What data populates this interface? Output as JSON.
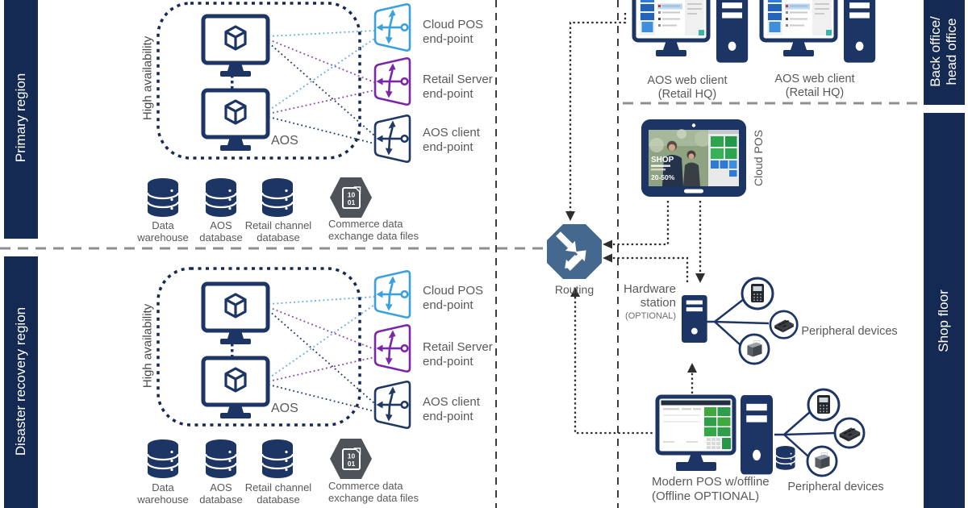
{
  "bars": {
    "primary": "Primary region",
    "disaster": "Disaster recovery region",
    "back_office_1": "Back office/",
    "back_office_2": "head office",
    "shop_floor": "Shop floor"
  },
  "region": {
    "high_availability": "High availability",
    "aos": "AOS"
  },
  "endpoints": {
    "cloud_1": "Cloud POS",
    "cloud_2": "end-point",
    "retail_1": "Retail Server",
    "retail_2": "end-point",
    "aosc_1": "AOS client",
    "aosc_2": "end-point"
  },
  "databases": {
    "dw_1": "Data",
    "dw_2": "warehouse",
    "aos_db": "AOS database",
    "rc_1": "Retail channel",
    "rc_2": "database",
    "commerce_1": "Commerce data",
    "commerce_2": "exchange data files",
    "binary_1": "10",
    "binary_2": "01"
  },
  "routing": {
    "label": "Routing"
  },
  "back_office": {
    "client_1": "AOS web client",
    "client_1_sub": "(Retail HQ)",
    "client_2": "AOS web client",
    "client_2_sub": "(Retail HQ)"
  },
  "shop_floor": {
    "cloud_pos": "Cloud POS",
    "hw_1": "Hardware",
    "hw_2": "station",
    "hw_3": "(OPTIONAL)",
    "peripherals_top": "Peripheral devices",
    "mpos_1": "Modern POS w/offline",
    "mpos_2": "(Offline OPTIONAL)",
    "peripherals_bottom": "Peripheral devices"
  },
  "tablet": {
    "shop": "SHOP",
    "sale": "20-50%"
  },
  "colors": {
    "bar_navy": "#152a52",
    "device_navy": "#1c3564",
    "endpoint_blue": "#3AA0E0",
    "endpoint_purple": "#7A28A8",
    "endpoint_navy": "#1F3864",
    "line_blue": "#5FABE4",
    "line_purple": "#8246B0",
    "line_navy": "#1F3864",
    "routing_blue": "#45688E",
    "hex_gray": "#4D5358",
    "label_gray": "#595959",
    "tile_green": "#2EA44F",
    "tile_blue": "#2E7BD6"
  }
}
